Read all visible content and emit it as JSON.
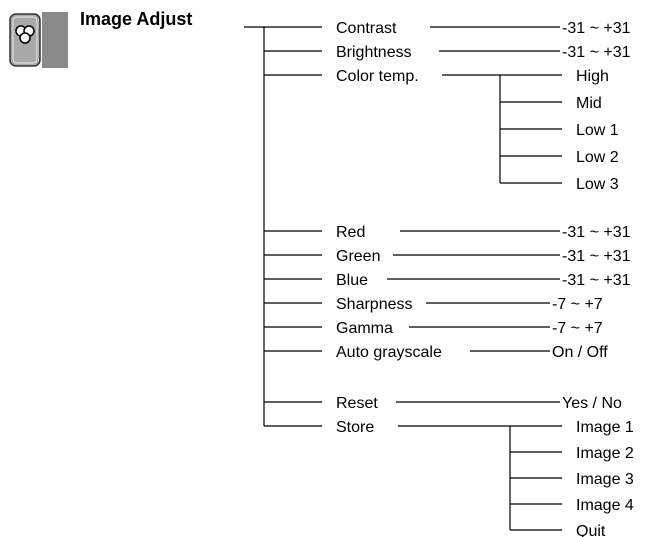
{
  "menu": {
    "title": "Image Adjust",
    "icon": "image-adjust-icon",
    "items": [
      {
        "id": "contrast",
        "label": "Contrast",
        "value": "-31 ~ +31"
      },
      {
        "id": "brightness",
        "label": "Brightness",
        "value": "-31 ~ +31"
      },
      {
        "id": "color-temp",
        "label": "Color temp.",
        "options": [
          "High",
          "Mid",
          "Low 1",
          "Low 2",
          "Low 3"
        ]
      },
      {
        "id": "red",
        "label": "Red",
        "value": "-31 ~ +31"
      },
      {
        "id": "green",
        "label": "Green",
        "value": "-31 ~ +31"
      },
      {
        "id": "blue",
        "label": "Blue",
        "value": "-31 ~ +31"
      },
      {
        "id": "sharpness",
        "label": "Sharpness",
        "value": "-7 ~ +7"
      },
      {
        "id": "gamma",
        "label": "Gamma",
        "value": "-7 ~ +7"
      },
      {
        "id": "auto-grayscale",
        "label": "Auto grayscale",
        "value": "On / Off"
      },
      {
        "id": "reset",
        "label": "Reset",
        "value": "Yes / No"
      },
      {
        "id": "store",
        "label": "Store",
        "options": [
          "Image 1",
          "Image 2",
          "Image 3",
          "Image 4",
          "Quit"
        ]
      }
    ]
  },
  "colors": {
    "icon_panel": "#8a8a8a",
    "icon_button": "#a8a8a8",
    "line": "#000000"
  }
}
